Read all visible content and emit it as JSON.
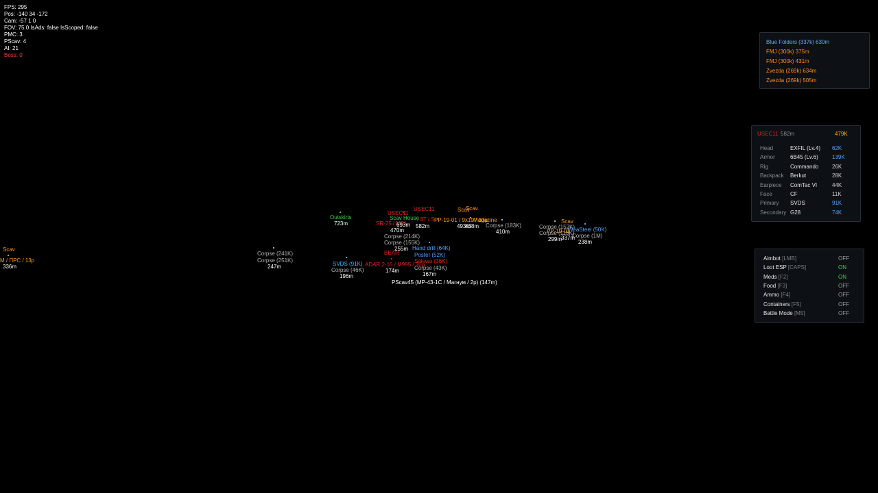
{
  "debug": {
    "fps": "FPS: 295",
    "pos": "Pos: -140 34 -172",
    "cam": "Cam: -57 1 0",
    "fov": "FOV: 75.0  IsAds: false  IsScoped: false",
    "pmc": "PMC: 3",
    "pscav": "PScav: 4",
    "ai": "AI: 21",
    "boss": "Boss: 0"
  },
  "colors": {
    "white": "#ffffff",
    "gray": "#b4b4b4",
    "green": "#40d040",
    "red": "#e02020",
    "orange": "#ff9a1f",
    "blue": "#5aa0ff",
    "cyan": "#3fb8ff",
    "on": "#3ad84a",
    "off": "#9a9a9a"
  },
  "esp": [
    {
      "text": "Scav",
      "color": "orange"
    },
    {
      "text": "M / ПРС / 13p",
      "color": "orange"
    },
    {
      "text": "336m",
      "color": "white"
    },
    {
      "text": "Corpse (241K)",
      "color": "gray"
    },
    {
      "text": "Corpse (251K)",
      "color": "gray"
    },
    {
      "text": "247m",
      "color": "white"
    },
    {
      "text": "Outskirts",
      "color": "green"
    },
    {
      "text": "723m",
      "color": "white"
    },
    {
      "text": "USEC11",
      "color": "red"
    },
    {
      "text": "USEC11",
      "color": "red"
    },
    {
      "text": "Scav House",
      "color": "green"
    },
    {
      "text": "SR-25 / M61",
      "color": "red"
    },
    {
      "text": "693m",
      "color": "white"
    },
    {
      "text": "470m",
      "color": "white"
    },
    {
      "text": "582m",
      "color": "white"
    },
    {
      "text": "/ 8T / S",
      "color": "red"
    },
    {
      "text": "Scav",
      "color": "orange"
    },
    {
      "text": "Scav",
      "color": "orange"
    },
    {
      "text": "PP-19-01 / 9x19 / 30p",
      "color": "orange"
    },
    {
      "text": "Magazine",
      "color": "orange"
    },
    {
      "text": "493m",
      "color": "white"
    },
    {
      "text": "438m",
      "color": "white"
    },
    {
      "text": "Corpse (183K)",
      "color": "gray"
    },
    {
      "text": "410m",
      "color": "white"
    },
    {
      "text": "Corpse (214K)",
      "color": "gray"
    },
    {
      "text": "Corpse (155K)",
      "color": "gray"
    },
    {
      "text": "255m",
      "color": "white"
    },
    {
      "text": "Hand drill (64K)",
      "color": "blue"
    },
    {
      "text": "Poster (52K)",
      "color": "blue"
    },
    {
      "text": "BEAR",
      "color": "red"
    },
    {
      "text": "ADAR 2-15 / M995 / 30p",
      "color": "red"
    },
    {
      "text": "174m",
      "color": "white"
    },
    {
      "text": "Salewa (36K)",
      "color": "red"
    },
    {
      "text": "Corpse (43K)",
      "color": "gray"
    },
    {
      "text": "167m",
      "color": "white"
    },
    {
      "text": "SVDS (91K)",
      "color": "cyan"
    },
    {
      "text": "Corpse (46K)",
      "color": "gray"
    },
    {
      "text": "196m",
      "color": "white"
    },
    {
      "text": "PScav45 (MP-43-1C / Магнум / 2p) (147m)",
      "color": "white"
    },
    {
      "text": "Scav",
      "color": "orange"
    },
    {
      "text": "Corpse (152K)",
      "color": "gray"
    },
    {
      "text": "Corpse (116K)",
      "color": "gray"
    },
    {
      "text": "PP-19-01",
      "color": "orange"
    },
    {
      "text": "299m",
      "color": "white"
    },
    {
      "text": "337m",
      "color": "white"
    },
    {
      "text": "WeaSteel (50K)",
      "color": "blue"
    },
    {
      "text": "Corpse (1M)",
      "color": "gray"
    },
    {
      "text": "238m",
      "color": "white"
    }
  ],
  "loot_panel": {
    "items": [
      {
        "text": "Blue Folders (337k) 630m",
        "color": "#6aaaff"
      },
      {
        "text": "FMJ (300k) 375m",
        "color": "#ff8a1f"
      },
      {
        "text": "FMJ (300k) 431m",
        "color": "#ff8a1f"
      },
      {
        "text": "Zvezda (269k) 634m",
        "color": "#ff8a1f"
      },
      {
        "text": "Zvezda (269k) 505m",
        "color": "#ff8a1f"
      }
    ]
  },
  "player_panel": {
    "name": "USEC11",
    "distance": "582m",
    "total": "479K",
    "rows": [
      {
        "label": "Head",
        "value": "EXFIL (Lv.4)",
        "price": "62K",
        "price_color": "#5aa0ff"
      },
      {
        "label": "Armor",
        "value": "6B45 (Lv.6)",
        "price": "139K",
        "price_color": "#5aa0ff"
      },
      {
        "label": "Rig",
        "value": "Commando",
        "price": "26K",
        "price_color": "#d0d0d0"
      },
      {
        "label": "Backpack",
        "value": "Berkut",
        "price": "28K",
        "price_color": "#d0d0d0"
      },
      {
        "label": "Earpiece",
        "value": "ComTac VI",
        "price": "44K",
        "price_color": "#d0d0d0"
      },
      {
        "label": "Face",
        "value": "CF",
        "price": "11K",
        "price_color": "#d0d0d0"
      },
      {
        "label": "Primary",
        "value": "SVDS",
        "price": "91K",
        "price_color": "#5aa0ff"
      },
      {
        "label": "Secondary",
        "value": "G28",
        "price": "74K",
        "price_color": "#5aa0ff"
      }
    ]
  },
  "menu": {
    "items": [
      {
        "label": "Aimbot",
        "key": "[LMB]",
        "state": "OFF",
        "on": false
      },
      {
        "label": "Loot ESP",
        "key": "[CAPS]",
        "state": "ON",
        "on": true
      },
      {
        "label": "Meds",
        "key": "[F2]",
        "state": "ON",
        "on": true
      },
      {
        "label": "Food",
        "key": "[F3]",
        "state": "OFF",
        "on": false
      },
      {
        "label": "Ammo",
        "key": "[F4]",
        "state": "OFF",
        "on": false
      },
      {
        "label": "Containers",
        "key": "[F5]",
        "state": "OFF",
        "on": false
      },
      {
        "label": "Battle Mode",
        "key": "[M5]",
        "state": "OFF",
        "on": false
      }
    ]
  }
}
